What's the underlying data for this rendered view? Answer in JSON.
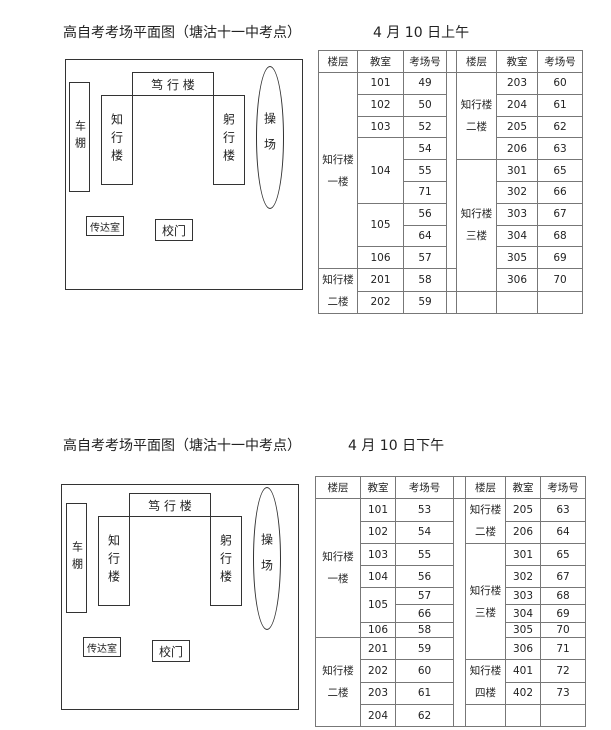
{
  "plans": [
    {
      "title": "高自考考场平面图（塘沽十一中考点）",
      "date": "4 月 10 日上午",
      "map": {
        "shed": "车棚",
        "dx": "笃 行 楼",
        "zx": "知行楼",
        "gx": "躬行楼",
        "field": "操场",
        "guard": "传达室",
        "gate": "校门"
      },
      "header": [
        "楼层",
        "教室",
        "考场号",
        "楼层",
        "教室",
        "考场号"
      ],
      "rows": [
        [
          [
            "知行楼一楼",
            9
          ],
          [
            "101",
            1
          ],
          [
            "49",
            1
          ],
          [
            "gap",
            9
          ],
          [
            "知行楼二楼",
            4
          ],
          [
            "203",
            1
          ],
          [
            "60",
            1
          ]
        ],
        [
          [
            "102",
            1
          ],
          [
            "50",
            1
          ],
          [
            "204",
            1
          ],
          [
            "61",
            1
          ]
        ],
        [
          [
            "103",
            1
          ],
          [
            "52",
            1
          ],
          [
            "205",
            1
          ],
          [
            "62",
            1
          ]
        ],
        [
          [
            "104",
            3
          ],
          [
            "54",
            1
          ],
          [
            "206",
            1
          ],
          [
            "63",
            1
          ]
        ],
        [
          [
            "55",
            1
          ],
          [
            "知行楼三楼",
            6
          ],
          [
            "301",
            1
          ],
          [
            "65",
            1
          ]
        ],
        [
          [
            "71",
            1
          ],
          [
            "302",
            1
          ],
          [
            "66",
            1
          ]
        ],
        [
          [
            "105",
            2
          ],
          [
            "56",
            1
          ],
          [
            "303",
            1
          ],
          [
            "67",
            1
          ]
        ],
        [
          [
            "64",
            1
          ],
          [
            "304",
            1
          ],
          [
            "68",
            1
          ]
        ],
        [
          [
            "106",
            1
          ],
          [
            "57",
            1
          ],
          [
            "305",
            1
          ],
          [
            "69",
            1
          ]
        ],
        [
          [
            "知行楼二楼",
            2
          ],
          [
            "201",
            1
          ],
          [
            "58",
            1
          ],
          [
            "gap",
            1
          ],
          [
            "306",
            1
          ],
          [
            "70",
            1
          ]
        ],
        [
          [
            "202",
            1
          ],
          [
            "59",
            1
          ],
          [
            "gap",
            1
          ],
          [
            "",
            1
          ],
          [
            "",
            1
          ],
          [
            "",
            1
          ]
        ]
      ]
    },
    {
      "title": "高自考考场平面图（塘沽十一中考点）",
      "date": "4 月 10 日下午",
      "map": {
        "shed": "车棚",
        "dx": "笃 行 楼",
        "zx": "知行楼",
        "gx": "躬行楼",
        "field": "操场",
        "guard": "传达室",
        "gate": "校门"
      },
      "header": [
        "楼层",
        "教室",
        "考场号",
        "楼层",
        "教室",
        "考场号"
      ],
      "rows": [
        [
          [
            "知行楼一楼",
            7
          ],
          [
            "101",
            1
          ],
          [
            "53",
            1
          ],
          [
            "gap",
            11
          ],
          [
            "知行楼二楼",
            2
          ],
          [
            "205",
            1
          ],
          [
            "63",
            1
          ]
        ],
        [
          [
            "102",
            1
          ],
          [
            "54",
            1
          ],
          [
            "206",
            1
          ],
          [
            "64",
            1
          ]
        ],
        [
          [
            "103",
            1
          ],
          [
            "55",
            1
          ],
          [
            "知行楼三楼",
            6
          ],
          [
            "301",
            1
          ],
          [
            "65",
            1
          ]
        ],
        [
          [
            "104",
            1
          ],
          [
            "56",
            1
          ],
          [
            "302",
            1
          ],
          [
            "67",
            1
          ]
        ],
        [
          [
            "105",
            2
          ],
          [
            "57",
            1
          ],
          [
            "303",
            1
          ],
          [
            "68",
            1
          ]
        ],
        [
          [
            "66",
            1
          ],
          [
            "304",
            1
          ],
          [
            "69",
            1
          ]
        ],
        [
          [
            "106",
            1
          ],
          [
            "58",
            1
          ],
          [
            "305",
            1
          ],
          [
            "70",
            1
          ]
        ],
        [
          [
            "知行楼二楼",
            4
          ],
          [
            "201",
            1
          ],
          [
            "59",
            1
          ],
          [
            "306",
            1
          ],
          [
            "71",
            1
          ]
        ],
        [
          [
            "202",
            1
          ],
          [
            "60",
            1
          ],
          [
            "知行楼四楼",
            2
          ],
          [
            "401",
            1
          ],
          [
            "72",
            1
          ]
        ],
        [
          [
            "203",
            1
          ],
          [
            "61",
            1
          ],
          [
            "402",
            1
          ],
          [
            "73",
            1
          ]
        ],
        [
          [
            "204",
            1
          ],
          [
            "62",
            1
          ],
          [
            "",
            1
          ],
          [
            "",
            1
          ],
          [
            "",
            1
          ]
        ]
      ]
    }
  ]
}
